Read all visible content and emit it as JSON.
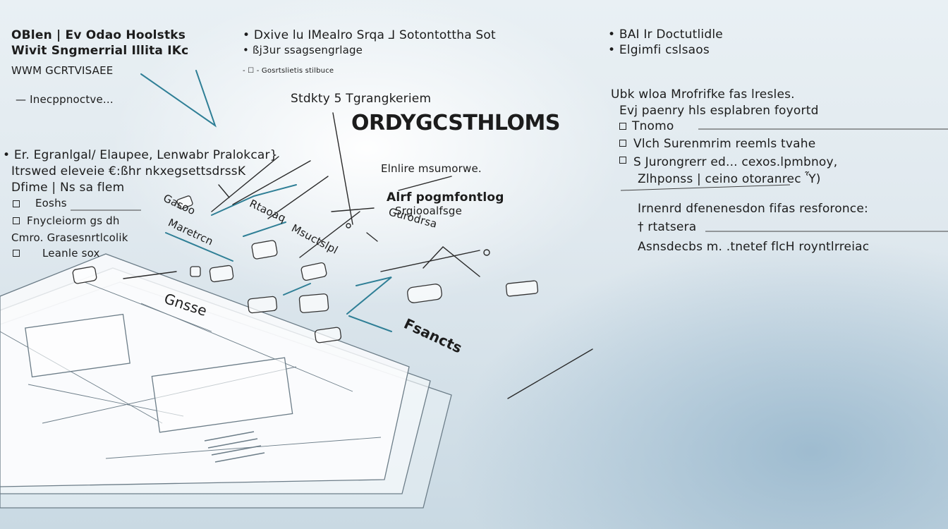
{
  "top_left": {
    "line1": "OBlen | Ev Odao Hoolstks",
    "line2": "Wivit Sngmerrial Illita IKc",
    "line3": "WWM GCRTVISAEE",
    "line4": "— Inecppnoctve..."
  },
  "top_center": {
    "line1": "• Dxive lu IMealro Srqa ⅃ Sotontottha Sot",
    "line2": "• ßj3ur ssagsengrlage",
    "line3": "- ☐ - Gosrtslietis stilbuce"
  },
  "top_right": {
    "line1": "• BAI Ir Doctutlidle",
    "line2": "• Elgimfi cslsaos"
  },
  "center": {
    "subtitle": "Stdkty 5 Tgrangkeriem",
    "title": "ORDYGCSTHLOMS",
    "note1": "Elnlire msumorwe.",
    "note2": "Alrf pogmfontlog",
    "note3": "Srgiooalfsge"
  },
  "right_list": {
    "item1": "Ubk wloa Mrofrifke fas lresles.",
    "item2": "Evj paenry hls esplabren foyortd",
    "item3": "Tnomo",
    "item4": "Vlch Surenmrim reemls tvahe",
    "item5": "S Jurongrerr ed... cexos.lpmbnoy,",
    "item6": "Zlhponss | ceino otoranrec Ὗ)",
    "para1": "Irnenrd dfenenesdon fifas resforonce:",
    "para2": "† rtatsera",
    "para3": "Asnsdecbs m. .tnetef flcH  royntlrreiac"
  },
  "left_list": {
    "line1": "• Er. Egranlgal/ Elaupee, Lenwabr Pralokcar}",
    "line2": "Itrswed eleveie €:ßhr nkxegsettsdrssK",
    "line3": "Dfime | Ns sa flem",
    "line4": "Eoshs",
    "line5": "Fnycleiorm gs dh",
    "line6": "Cmro. Grasesnrtlcolik",
    "line7": "Leanle sox"
  },
  "sketch_labels": {
    "a": "Gasoo",
    "b": "Maretrcn",
    "c": "Rtaoaq",
    "d": "Msuctslpl",
    "e": "Gnsse",
    "f": "Gurodrsa",
    "g": "Fsancts"
  }
}
